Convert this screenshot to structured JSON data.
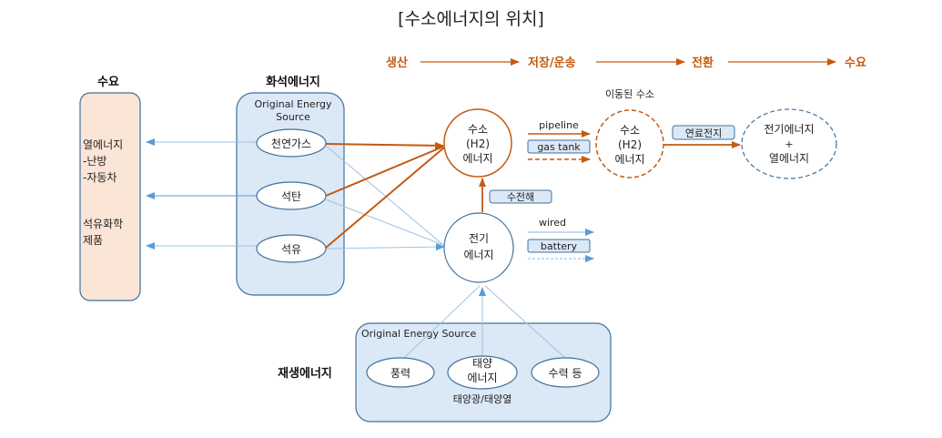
{
  "title": "[수소에너지의 위치]",
  "colors": {
    "orange": "#c55a11",
    "blue_line": "#6fa8dc",
    "blue_border": "#41719c",
    "blue_fill": "#dbe8f5",
    "peach_fill": "#fbe5d6"
  },
  "flow_header": {
    "steps": [
      "생산",
      "저장/운송",
      "전환",
      "수요"
    ]
  },
  "demand": {
    "header": "수요",
    "lines": [
      "열에너지",
      "-난방",
      "-자동차",
      "",
      "석유화학",
      "제품"
    ]
  },
  "fossil": {
    "header": "화석에너지",
    "box_title_1": "Original Energy",
    "box_title_2": "Source",
    "items": [
      "천연가스",
      "석탄",
      "석유"
    ]
  },
  "hydrogen": {
    "line1": "수소",
    "line2": "(H2)",
    "line3": "에너지"
  },
  "moved_hydrogen": {
    "caption": "이동된 수소",
    "line1": "수소",
    "line2": "(H2)",
    "line3": "에너지"
  },
  "transport_h2": {
    "pipeline": "pipeline",
    "gas_tank": "gas tank"
  },
  "fuel_cell": "연료전지",
  "output": {
    "line1": "전기에너지",
    "line2": "+",
    "line3": "열에너지"
  },
  "electrolysis": "수전해",
  "electric": {
    "line1": "전기",
    "line2": "에너지"
  },
  "transport_elec": {
    "wired": "wired",
    "battery": "battery"
  },
  "renewable": {
    "header": "재생에너지",
    "box_title": "Original Energy Source",
    "items": [
      {
        "line1": "풍력",
        "line2": ""
      },
      {
        "line1": "태양",
        "line2": "에너지"
      },
      {
        "line1": "수력 등",
        "line2": ""
      }
    ],
    "solar_note": "태양광/태양열"
  }
}
